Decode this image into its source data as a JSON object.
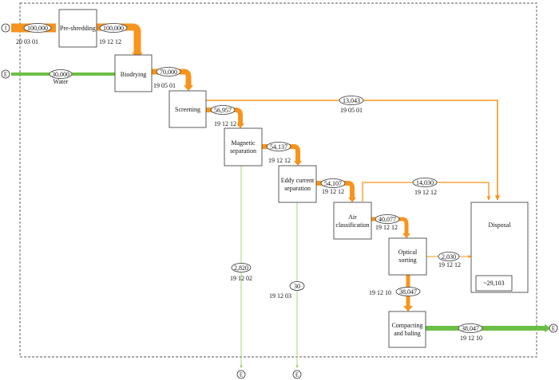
{
  "processes": {
    "pre_shredding": "Pre-shredding",
    "biodrying": "Biodrying",
    "screening": "Screening",
    "magnetic_1": "Magnetic",
    "magnetic_2": "separation",
    "eddy_1": "Eddy current",
    "eddy_2": "separation",
    "air_1": "Air",
    "air_2": "classification",
    "optical_1": "Optical",
    "optical_2": "sorting",
    "compact_1": "Compacting",
    "compact_2": "and baling",
    "disposal": "Disposal",
    "disposal_stock": "~29,103"
  },
  "nodes": {
    "import_input": "I",
    "export_water": "E",
    "export_output": "E",
    "export_fe": "E",
    "export_nfe": "E"
  },
  "flows": {
    "input_value": "100,000",
    "input_code": "20 03 01",
    "pre_out_value": "100,000",
    "pre_out_code": "19 12 12",
    "water_value": "30,000",
    "water_label": "Water",
    "bio_out_value": "70,000",
    "bio_out_code": "19 05 01",
    "scr_disposal_value": "13,043",
    "scr_disposal_code": "19 05 01",
    "scr_out_value": "56,957",
    "scr_out_code": "19 12 12",
    "mag_out_value": "54,137",
    "mag_out_code": "19 12 12",
    "mag_fe_value": "2,820",
    "mag_fe_code": "19 12 02",
    "eddy_out_value": "54,107",
    "eddy_out_code": "19 12 12",
    "eddy_nfe_value": "30",
    "eddy_nfe_code": "19 12 03",
    "air_disposal_value": "14,030",
    "air_disposal_code": "19 12 12",
    "air_out_value": "40,077",
    "air_out_code": "19 12 12",
    "opt_disposal_value": "2,030",
    "opt_disposal_code": "19 12 12",
    "opt_out_value": "38,047",
    "opt_out_code": "19 12 10",
    "final_value": "38,047",
    "final_code": "19 12 10"
  },
  "colors": {
    "orange": "#f7941d",
    "green": "#6cbf45",
    "light_green": "#a6d57c",
    "box_stroke": "#333333",
    "boundary": "#555555"
  }
}
